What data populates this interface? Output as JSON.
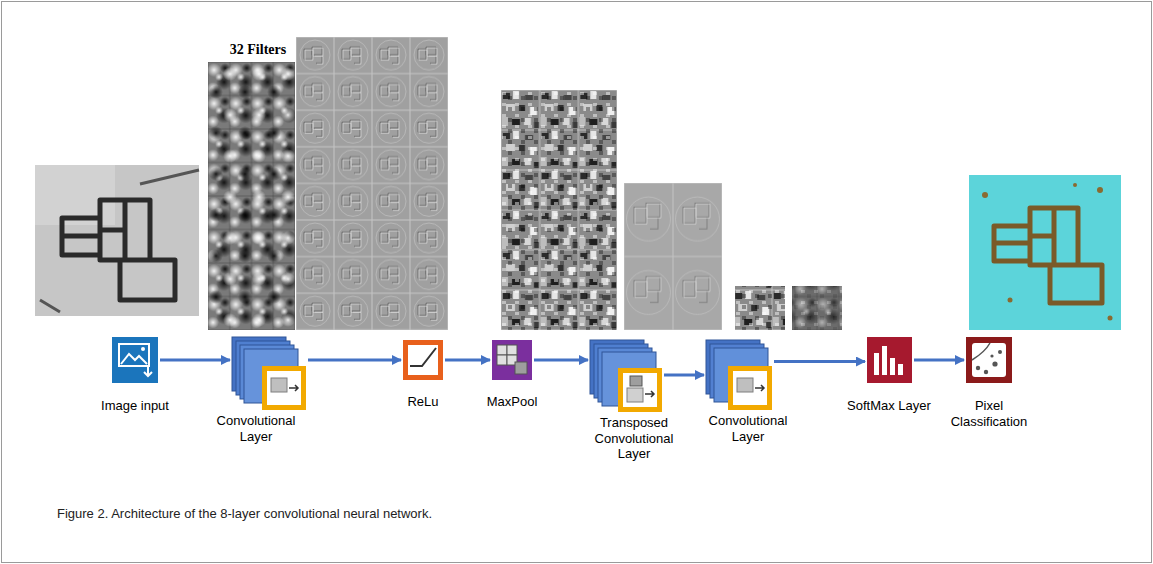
{
  "diagram": {
    "caption": "Figure 2. Architecture of the 8-layer convolutional neural network.",
    "nodes": [
      {
        "text": [
          "Image input"
        ]
      },
      {
        "text": [
          "Convolutional Layer"
        ]
      },
      {
        "text": [
          "ReLu"
        ]
      },
      {
        "text": [
          "MaxPool"
        ]
      },
      {
        "text": [
          "Transposed Convolutional Layer"
        ]
      },
      {
        "text": [
          "Convolutional Layer"
        ]
      },
      {
        "text": [
          "SoftMax Layer"
        ]
      },
      {
        "text": [
          "Pixel Classification"
        ]
      }
    ],
    "edges": [
      {
        "from": 0,
        "to": 1,
        "arrow": "to"
      },
      {
        "from": 1,
        "to": 2,
        "arrow": "to"
      },
      {
        "from": 2,
        "to": 3,
        "arrow": "to"
      },
      {
        "from": 3,
        "to": 4,
        "arrow": "to"
      },
      {
        "from": 4,
        "to": 5,
        "arrow": "to"
      },
      {
        "from": 5,
        "to": 6,
        "arrow": "to"
      },
      {
        "from": 6,
        "to": 7,
        "arrow": "to"
      }
    ],
    "labels": [
      "32 Filters"
    ]
  }
}
